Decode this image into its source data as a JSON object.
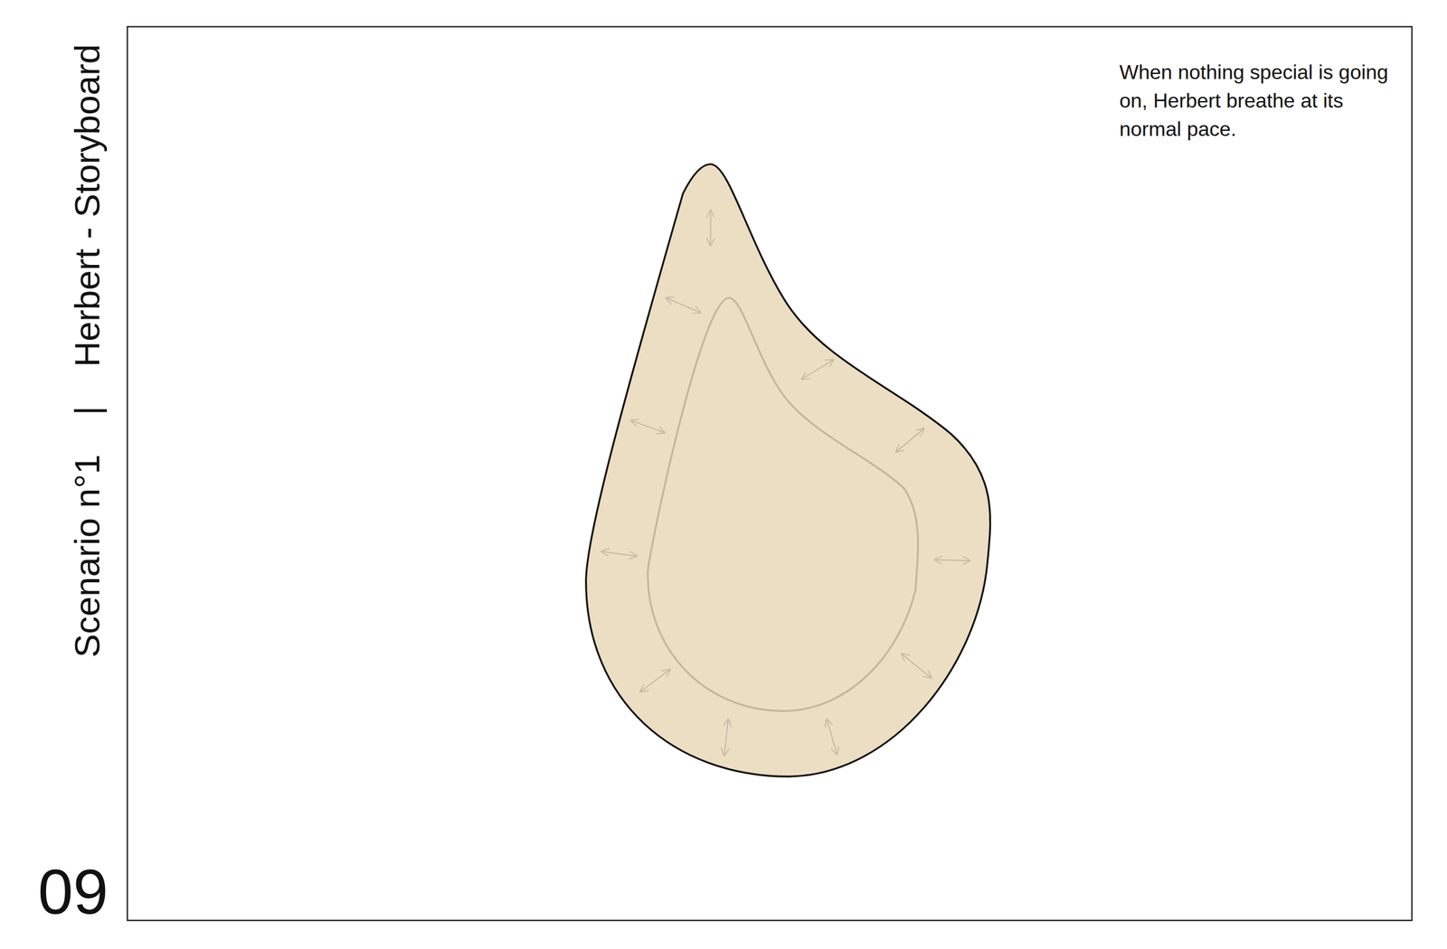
{
  "diagram": {
    "labels": [
      "Scenario n°1",
      "|",
      "Herbert - Storyboard",
      "09",
      "When nothing special is going on, Herbert breathe at its normal pace."
    ]
  }
}
